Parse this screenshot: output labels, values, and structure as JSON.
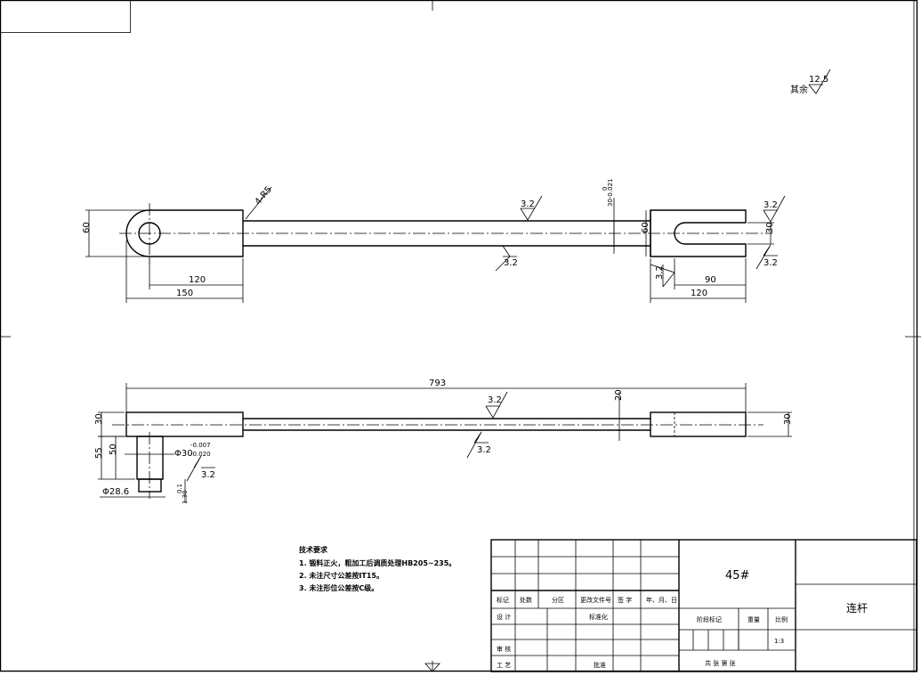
{
  "drawing": {
    "surface_finish_default": {
      "prefix": "其余",
      "value": "12.5"
    },
    "top_view": {
      "fillet_label": "4-R5",
      "ra_top": "3.2",
      "ra_bottom": "3.2",
      "ra_right_top": "3.2",
      "ra_right_bottom": "3.2",
      "ra_left_step": "3.2",
      "tol_dim": "30-0.021",
      "tol_upper": "0",
      "dim_left_height": "60",
      "dim_120_left": "120",
      "dim_150": "150",
      "dim_right_60": "60",
      "dim_right_30": "30",
      "dim_90": "90",
      "dim_120_right": "120"
    },
    "front_view": {
      "dim_overall": "793",
      "dim_20": "20",
      "dim_left_30": "30",
      "dim_right_30": "30",
      "ra_top": "3.2",
      "ra_bottom": "3.2"
    },
    "detail_view": {
      "dim_55": "55",
      "dim_50": "50",
      "dia_30": "Φ30",
      "dia_30_upper": "-0.007",
      "dia_30_lower": "-0.020",
      "ra": "3.2",
      "dia_28_6": "Φ28.6",
      "dim_1_30": "1.30",
      "dim_1_30_sup": "0.1"
    }
  },
  "notes": {
    "title": "技术要求",
    "items": [
      "1. 锻料正火，粗加工后调质处理HB205~235。",
      "2. 未注尺寸公差按IT15。",
      "3. 未注形位公差按C级。"
    ]
  },
  "title_block": {
    "material": "45#",
    "part_name": "连杆",
    "scale": "1:3",
    "headers": [
      "标记",
      "处数",
      "分区",
      "更改文件号",
      "签 字",
      "年、月、日"
    ],
    "design": "设 计",
    "standardize": "标准化",
    "review": "审 核",
    "process": "工 艺",
    "approve": "批准",
    "stage_mark": "阶段标记",
    "weight": "重量",
    "scale_label": "比例",
    "sheets": "共    张  第    张"
  }
}
